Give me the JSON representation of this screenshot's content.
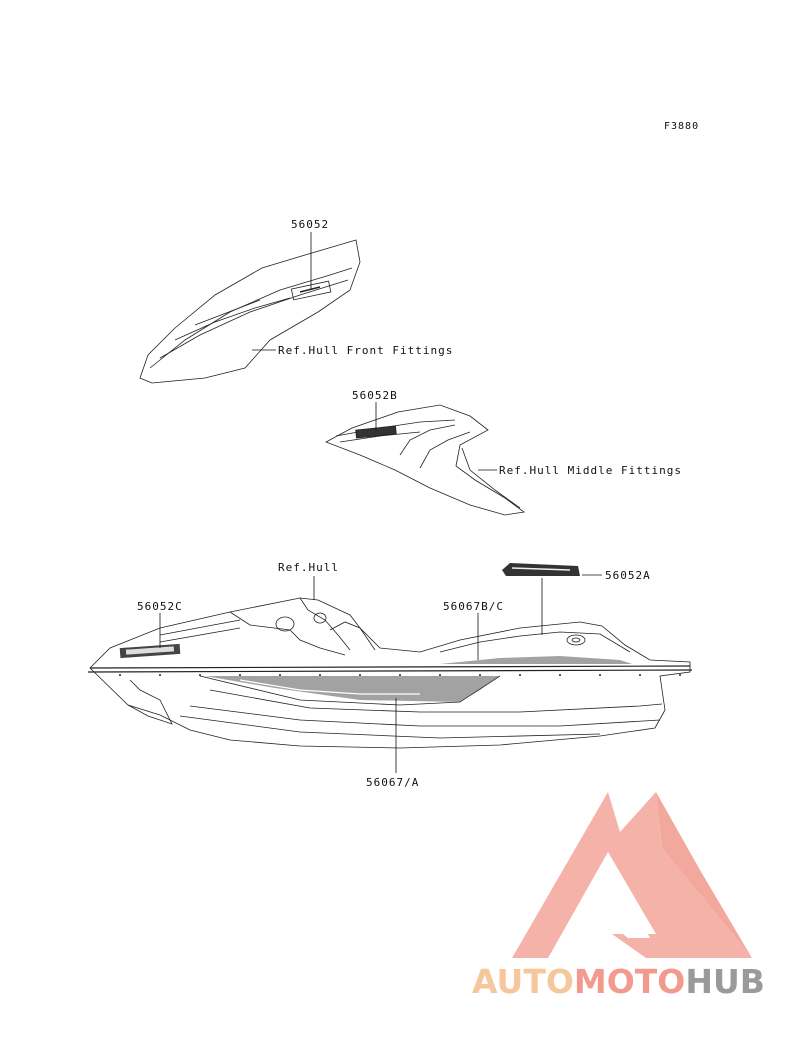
{
  "figure_code": "F3880",
  "callouts": {
    "front_part": "56052",
    "front_ref": "Ref.Hull Front Fittings",
    "middle_part": "56052B",
    "middle_ref": "Ref.Hull Middle Fittings",
    "hull_ref": "Ref.Hull",
    "decal_a": "56052A",
    "decal_c": "56052C",
    "side_bc": "56067B/C",
    "side_a": "56067/A"
  },
  "watermark": {
    "part1": "AUTO",
    "part2": "MOTO",
    "part3": "HUB",
    "colors": {
      "auto": "#f6c79a",
      "moto": "#f29a8e",
      "hub": "#9a9a9a",
      "triangle": "#f4a59a"
    }
  }
}
